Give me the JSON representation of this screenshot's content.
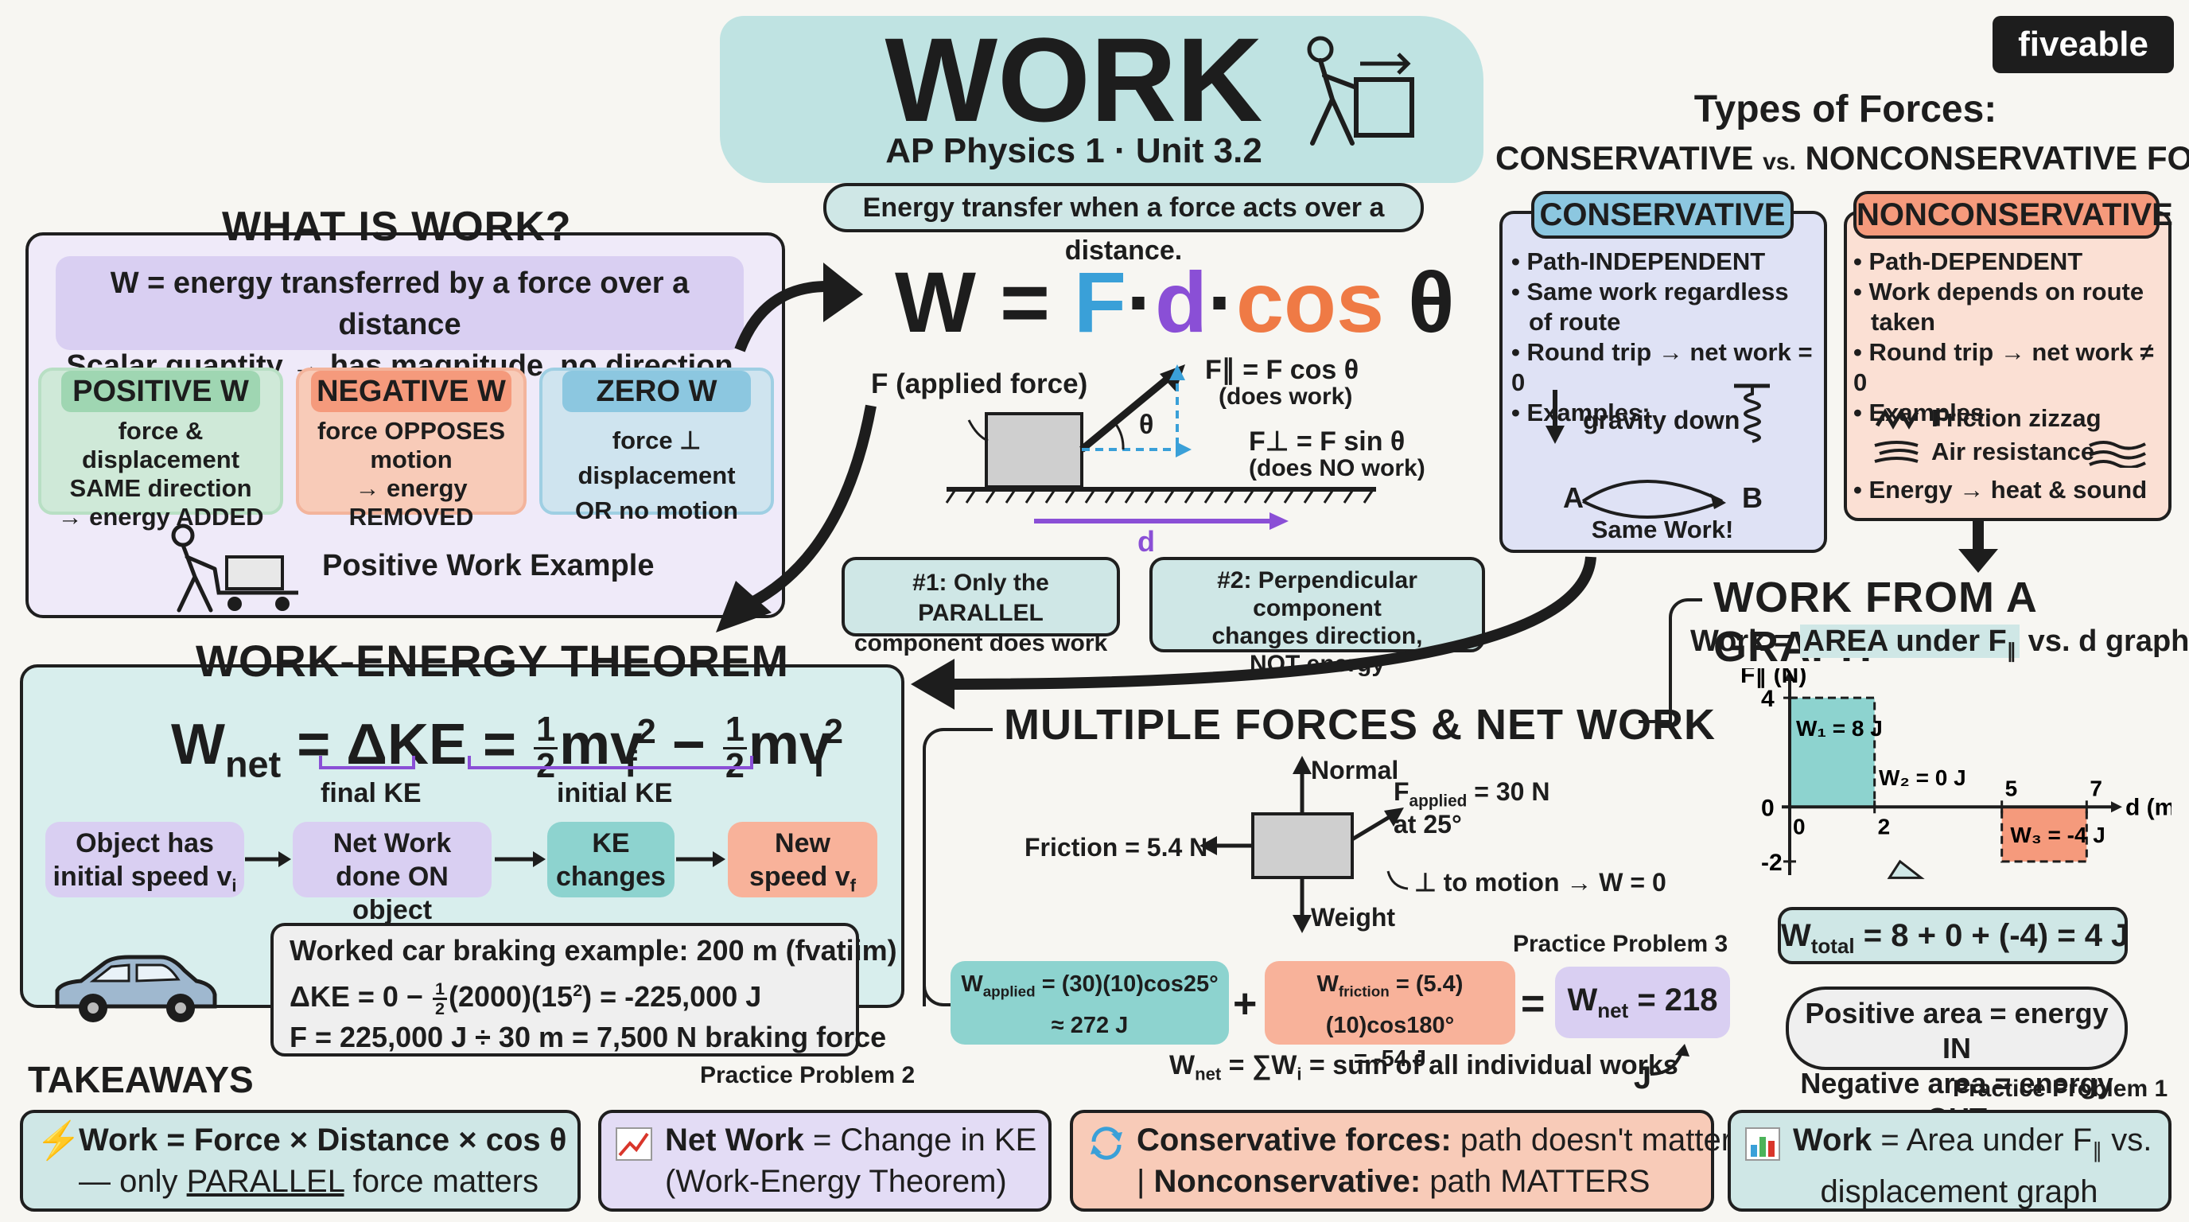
{
  "brand": "fiveable",
  "title": {
    "main": "WORK",
    "subtitle": "AP Physics 1 · Unit 3.2",
    "tagline": "Energy transfer when a force acts over a distance."
  },
  "what_is_work": {
    "heading": "WHAT IS WORK?",
    "line1": "W = energy transferred by a force over a distance",
    "line2": "Scalar quantity → has magnitude, no direction",
    "positive": {
      "title": "POSITIVE W",
      "l1": "force & displacement",
      "l2": "SAME direction",
      "l3": "→ energy ADDED"
    },
    "negative": {
      "title": "NEGATIVE W",
      "l1": "force OPPOSES",
      "l2": "motion",
      "l3": "→ energy REMOVED"
    },
    "zero": {
      "title": "ZERO W",
      "l1": "force ⊥ displacement",
      "l2": "OR no motion"
    },
    "example": "Positive Work Example"
  },
  "formula": {
    "W": "W",
    "eq": "=",
    "F": "F",
    "dot": "·",
    "d": "d",
    "cos": "cos",
    "theta": "θ",
    "applied": "F (applied force)",
    "par": "F∥ = F cos θ",
    "par_note": "(does work)",
    "perp": "F⊥ = F sin θ",
    "perp_note": "(does NO work)",
    "angle": "θ",
    "dlabel": "d",
    "callout1": "#1: Only the PARALLEL component does work",
    "callout2_l1": "#2: Perpendicular component",
    "callout2_l2": "changes direction,",
    "callout2_l3": "NOT energy"
  },
  "types": {
    "heading1": "Types of Forces:",
    "heading2_a": "CONSERVATIVE",
    "heading2_vs": "vs.",
    "heading2_b": "NONCONSERVATIVE FORCES",
    "cons": {
      "title": "CONSERVATIVE",
      "b1": "Path-INDEPENDENT",
      "b2a": "Same work regardless",
      "b2b": "of route",
      "b3": "Round trip → net work = 0",
      "b4": "Examples:",
      "gravity": "gravity down",
      "A": "A",
      "B": "B",
      "same": "Same Work!"
    },
    "noncons": {
      "title": "NONCONSERVATIVE",
      "b1": "Path-DEPENDENT",
      "b2a": "Work depends on route",
      "b2b": "taken",
      "b3": "Round trip → net work ≠ 0",
      "b4": "Examples:",
      "friction": "Friction zizzag",
      "air": "Air resistance",
      "b5": "Energy → heat & sound"
    }
  },
  "wet": {
    "heading": "WORK-ENERGY THEOREM",
    "eq_lhs": "W",
    "eq_sub": "net",
    "eq_mid": "= ΔKE =",
    "m1": "mv",
    "s1": "f",
    "minus": "−",
    "m2": "mv",
    "s2": "i",
    "half_num": "1",
    "half_den": "2",
    "two": "2",
    "final": "final KE",
    "initial": "initial KE",
    "flow1a": "Object has",
    "flow1b": "initial speed v",
    "flow1s": "i",
    "flow2a": "Net Work",
    "flow2b": "done ON object",
    "flow3a": "KE",
    "flow3b": "changes",
    "flow4a": "New",
    "flow4b": "speed v",
    "flow4s": "f",
    "ex1": "Worked car braking example: 200 m (fvatiim)",
    "ex2a": "ΔKE = 0 − ",
    "ex2b": "(2000)(15",
    "ex2c": ") = -225,000 J",
    "ex3": "F = 225,000 J ÷ 30 m = 7,500 N braking force",
    "practice": "Practice Problem 2"
  },
  "net": {
    "heading": "MULTIPLE FORCES & NET WORK",
    "normal": "Normal",
    "weight": "Weight",
    "friction": "Friction = 5.4 N",
    "fapp_a": "F",
    "fapp_sub": "applied",
    "fapp_b": " = 30 N",
    "at": "at 25°",
    "perp": "⊥ to motion → W = 0",
    "practice": "Practice Problem 3",
    "wa_lbl": "W",
    "wa_sub": "applied",
    "wa_val": " = (30)(10)cos25°",
    "wa_res": "≈ 272 J",
    "plus": "+",
    "wf_lbl": "W",
    "wf_sub": "friction",
    "wf_val": " = (5.4)(10)cos180°",
    "wf_res": "= -54 J",
    "equals": "=",
    "wn_lbl": "W",
    "wn_sub": "net",
    "wn_val": " = 218 J",
    "sum_a": "W",
    "sum_sub": "net",
    "sum_b": " = ∑W",
    "sum_sub2": "i",
    "sum_c": " = sum of all individual works"
  },
  "graph": {
    "heading": "WORK FROM A GRAPH",
    "sub_a": "Work = ",
    "sub_b": "AREA under F",
    "sub_sub": "∥",
    "sub_c": " vs. d graph",
    "ylabel": "F∥ (N)",
    "xlabel": "d (m)",
    "yticks": [
      "4",
      "0",
      "-2"
    ],
    "xticks": [
      "0",
      "2",
      "5",
      "7"
    ],
    "w1": "W₁ = 8 J",
    "w2": "W₂ = 0 J",
    "w3": "W₃ = -4 J",
    "total_a": "W",
    "total_sub": "total",
    "total_b": " = 8 + 0 + (-4) = 4 J",
    "pos": "Positive area = energy IN",
    "neg": "Negative area = energy OUT",
    "practice": "Practice Problem 1"
  },
  "chart_data": {
    "type": "area",
    "x": [
      0,
      2,
      2,
      5,
      5,
      7
    ],
    "y": [
      4,
      4,
      0,
      0,
      -2,
      -2
    ],
    "xlabel": "d (m)",
    "ylabel": "F∥ (N)",
    "xlim": [
      0,
      7.5
    ],
    "ylim": [
      -2.5,
      4.5
    ],
    "regions": [
      {
        "name": "W₁",
        "from": 0,
        "to": 2,
        "value": 8,
        "color": "#8dd3cf"
      },
      {
        "name": "W₂",
        "from": 2,
        "to": 5,
        "value": 0
      },
      {
        "name": "W₃",
        "from": 5,
        "to": 7,
        "value": -4,
        "color": "#f59a7c"
      }
    ]
  },
  "takeaways": {
    "heading": "TAKEAWAYS",
    "t1a": "Work = Force × Distance × cos θ",
    "t1b": "— only ",
    "t1c": "PARALLEL",
    "t1d": " force matters",
    "t2a": "Net Work",
    "t2b": " = Change in KE",
    "t2c": "(Work-Energy Theorem)",
    "t3a": "Conservative forces:",
    "t3b": " path doesn't matter",
    "t3c": "| ",
    "t3d": "Nonconservative:",
    "t3e": " path MATTERS",
    "t4a": "Work",
    "t4b": " = Area under F",
    "t4s": "∥",
    "t4c": " vs.",
    "t4d": "displacement graph"
  },
  "colors": {
    "teal": "#8dd3cf",
    "lavender": "#e3dcf5",
    "salmon": "#f8cbb8",
    "blue": "#cfe4ef",
    "green": "#cfe9d8",
    "purple": "#8a4fd6",
    "blueF": "#3aa0d8",
    "orange": "#ef7a45"
  }
}
